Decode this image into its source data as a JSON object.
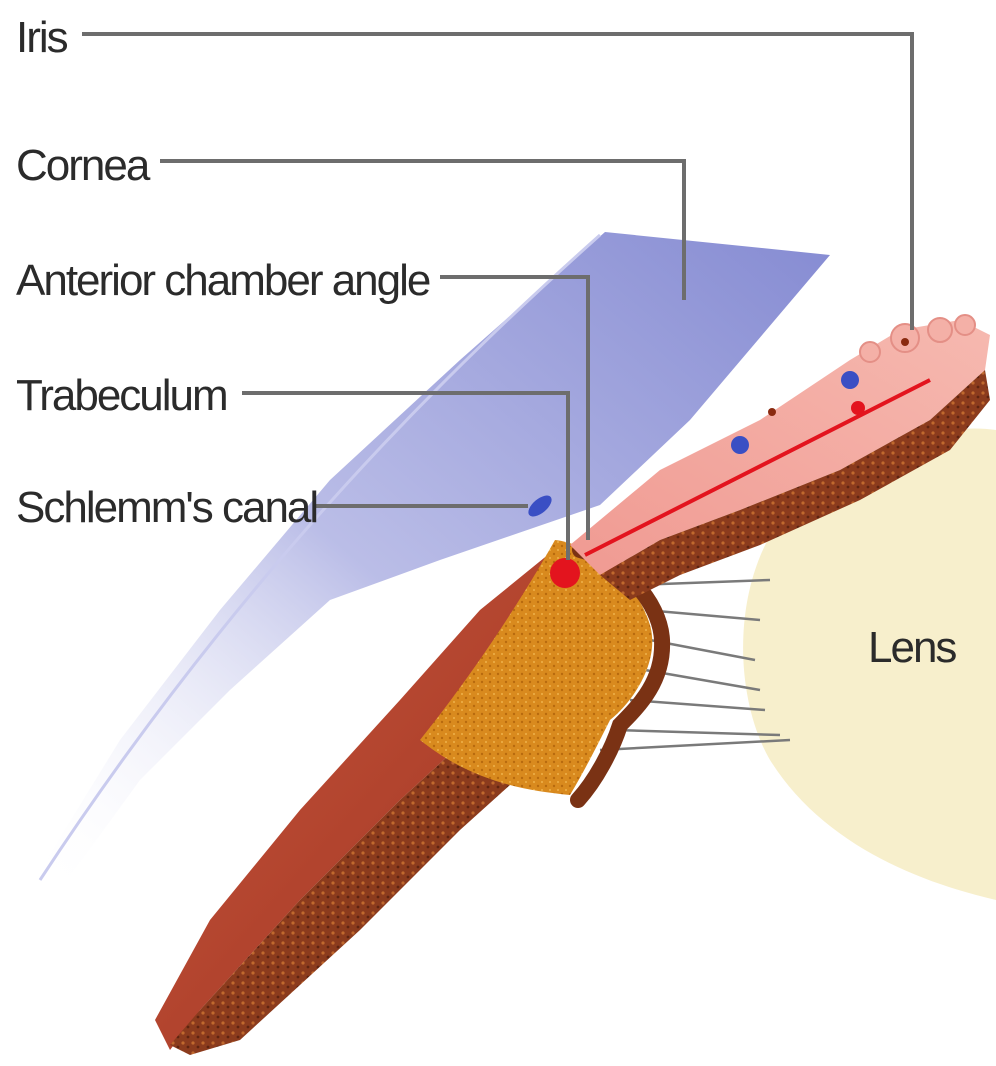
{
  "diagram": {
    "labels": {
      "iris": "Iris",
      "cornea": "Cornea",
      "anterior_chamber_angle": "Anterior chamber angle",
      "trabeculum": "Trabeculum",
      "schlemms_canal": "Schlemm's canal",
      "lens": "Lens"
    },
    "colors": {
      "background": "#ffffff",
      "cornea_fill": "#8a8fd6",
      "sclera_outer": "#b5402c",
      "ciliary_body": "#d98a1e",
      "iris_fill": "#f2a7a0",
      "iris_stroma": "#8a3a1c",
      "lens_fill": "#f7efcc",
      "schlemms_canal": "#3a4fc4",
      "trabeculum_marker": "#e3141e",
      "leader_line": "#6d6d6d",
      "label_text": "#2b2b2b"
    }
  }
}
